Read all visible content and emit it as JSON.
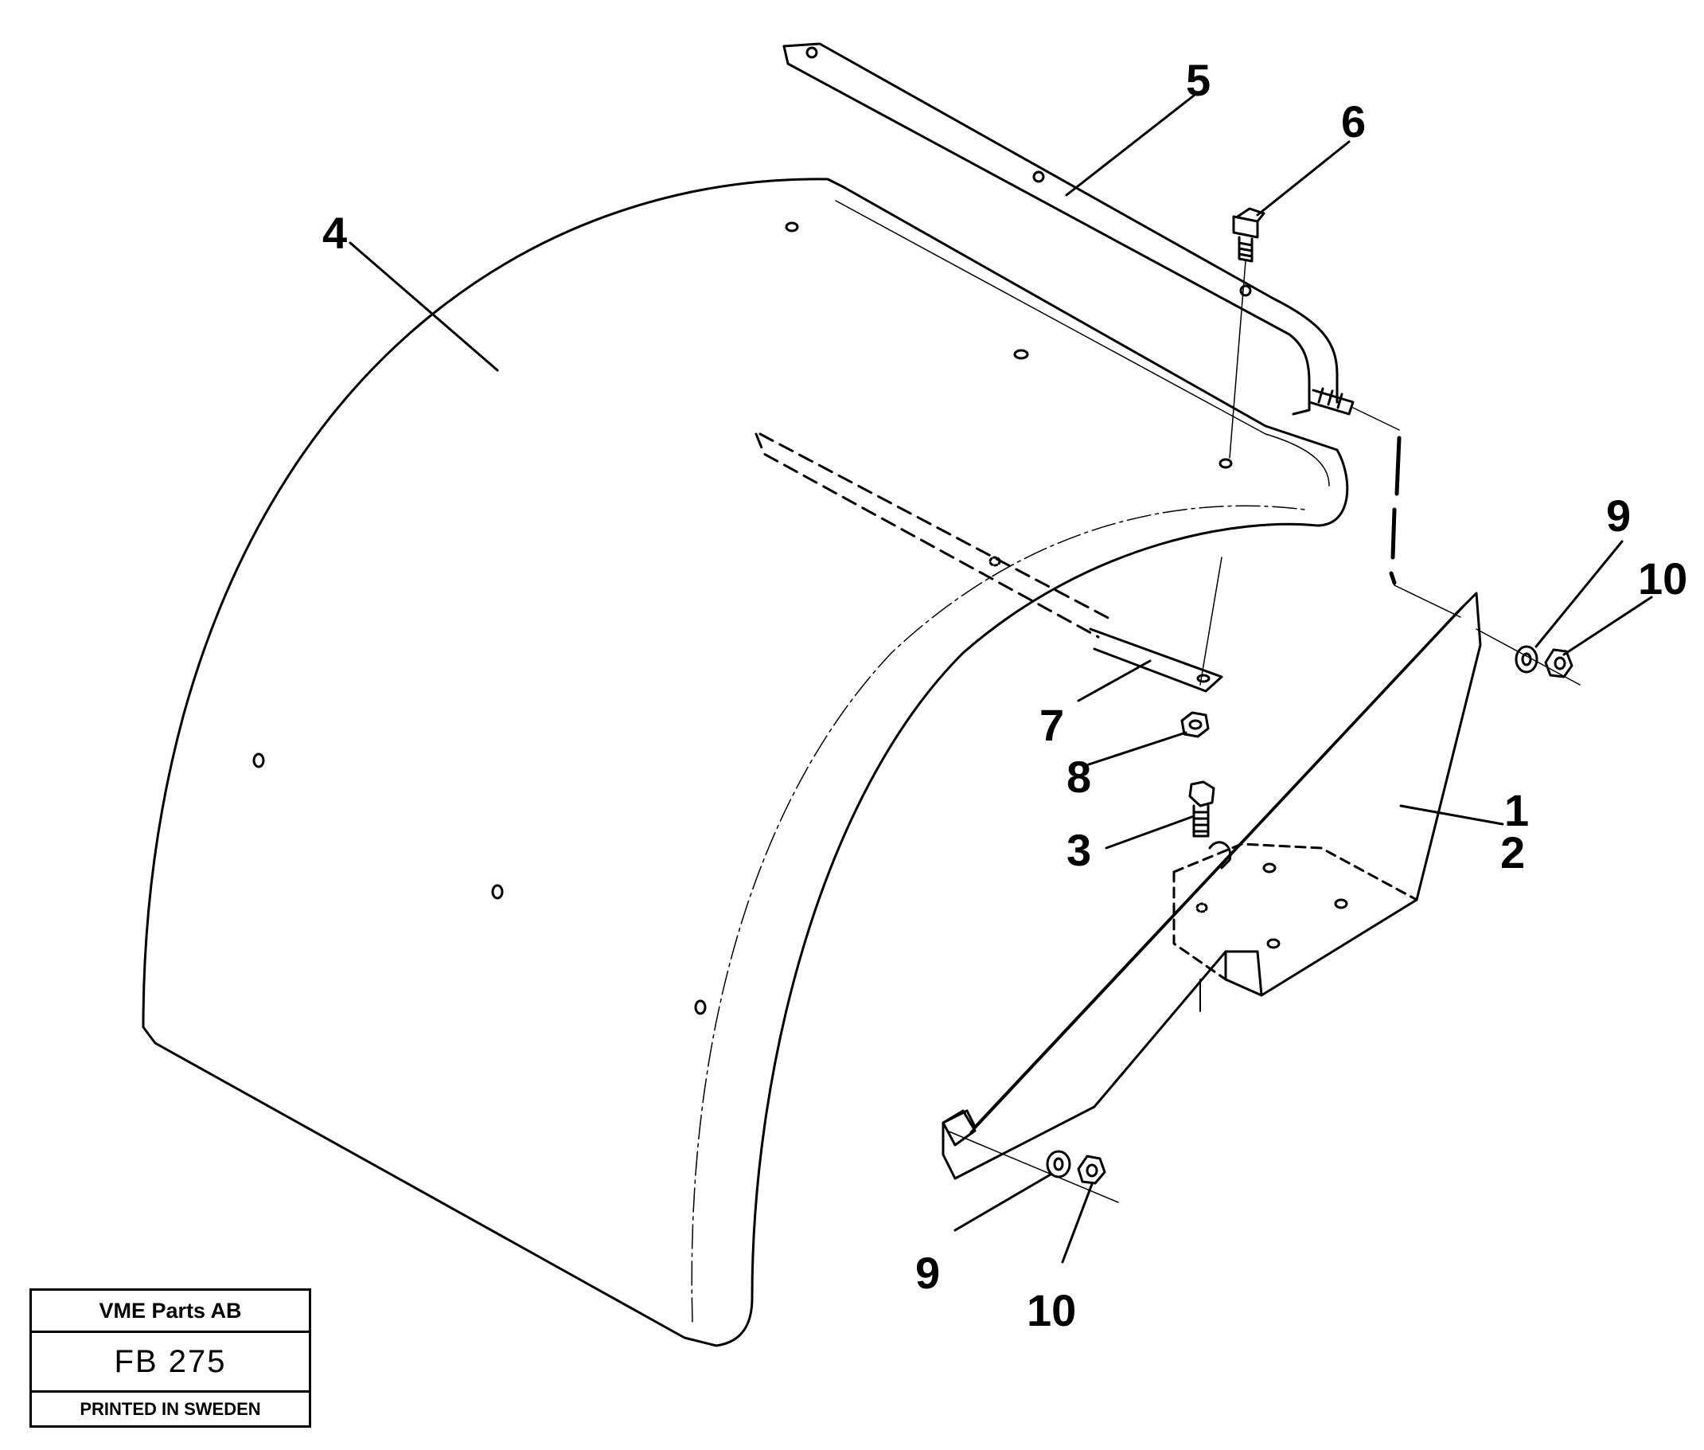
{
  "callouts": {
    "c1": "1",
    "c2": "2",
    "c3": "3",
    "c4": "4",
    "c5": "5",
    "c6": "6",
    "c7": "7",
    "c8": "8",
    "c9a": "9",
    "c9b": "9",
    "c10a": "10",
    "c10b": "10"
  },
  "title_block": {
    "company": "VME Parts AB",
    "code": "FB 275",
    "printed": "PRINTED IN SWEDEN"
  }
}
